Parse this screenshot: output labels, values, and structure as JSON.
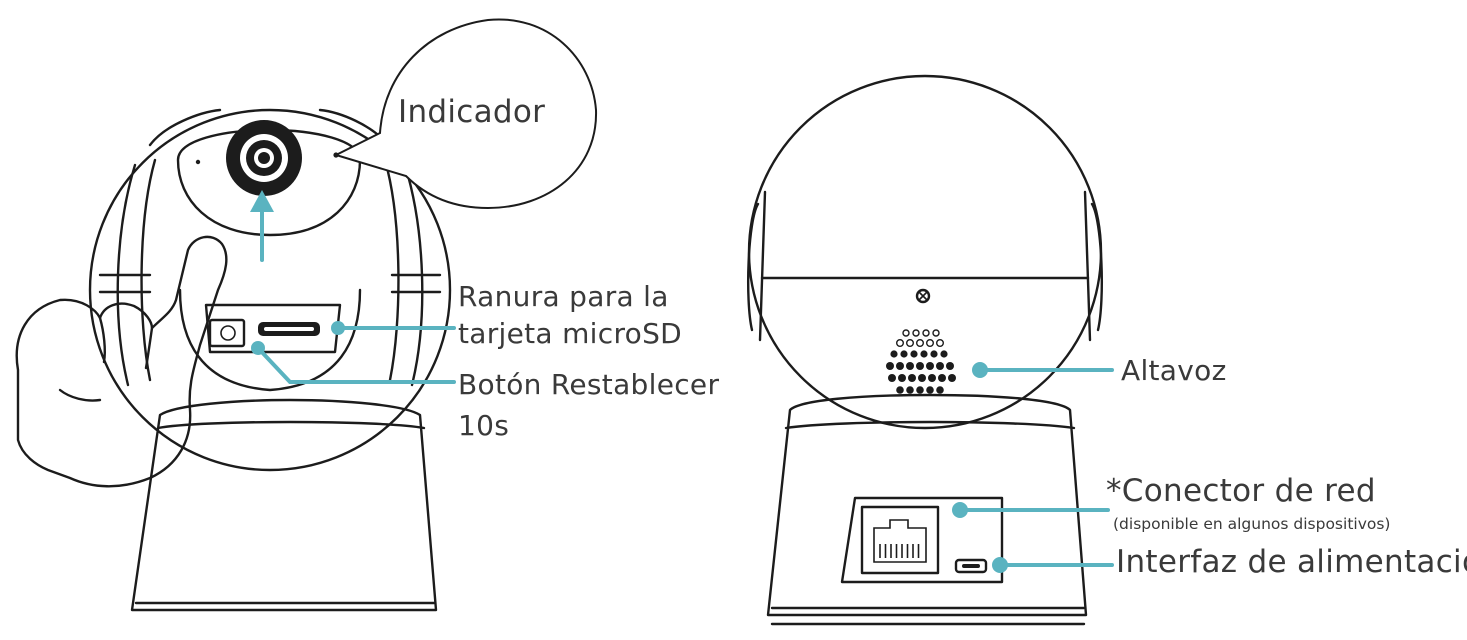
{
  "front_view": {
    "labels": {
      "indicator": "Indicador",
      "sd_slot_line1": "Ranura para la",
      "sd_slot_line2": "tarjeta microSD",
      "reset_line1": "Botón Restablecer",
      "reset_line2": "10s"
    }
  },
  "back_view": {
    "labels": {
      "speaker": "Altavoz",
      "network_connector": "*Conector de red",
      "network_note": "(disponible en algunos dispositivos)",
      "power_interface": "Interfaz de alimentación"
    }
  },
  "colors": {
    "accent": "#5ab3c0",
    "line": "#1c1c1c",
    "text": "#3a3a3a"
  }
}
